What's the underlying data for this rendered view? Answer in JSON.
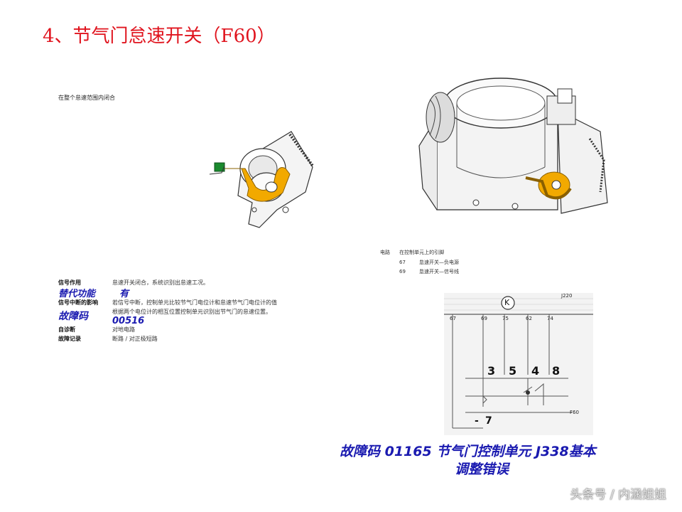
{
  "title": "4、节气门怠速开关（F60）",
  "left_caption": "在整个怠速范围内闭合",
  "circuit_header": {
    "label": "电路",
    "text": "在控制单元上的引脚",
    "rows": [
      {
        "pin": "67",
        "desc": "怠速开关—负电源"
      },
      {
        "pin": "69",
        "desc": "怠速开关—信号线"
      }
    ]
  },
  "info_table": [
    {
      "label": "信号作用",
      "value": "怠速开关闭合，系统识别出怠速工况。"
    },
    {
      "label": "信号中断的影响",
      "value": "若信号中断，控制单元比较节气门电位计和怠速节气门电位计的值"
    },
    {
      "label": "",
      "value": "根据两个电位计的相互位置控制单元识别出节气门的怠速位置。"
    },
    {
      "label": "自诊断",
      "value": "对地电路"
    },
    {
      "label": "故障记录",
      "value": "断路 / 对正极短路"
    }
  ],
  "handwriting": {
    "substitute": "替代功能",
    "substitute_value": "有",
    "fault_code_label": "故障码",
    "fault_code": "00516",
    "bottom_line1": "故障码 01165 节气门控制单元 J338基本",
    "bottom_line2": "调整错误"
  },
  "wiring": {
    "unit_label": "J220",
    "k_symbol": "K",
    "pins": [
      "67",
      "69",
      "75",
      "62",
      "74"
    ],
    "connector_digits": [
      "3",
      "5",
      "4",
      "8"
    ],
    "ground_digit": "7",
    "ground_sign": "-",
    "component_label": "F60"
  },
  "watermark": "头条号 / 内涵姐姐",
  "colors": {
    "title": "#e0141e",
    "handwriting": "#1a1ab0",
    "highlight": "#f2a900",
    "sensor_green": "#1a8a2e"
  }
}
